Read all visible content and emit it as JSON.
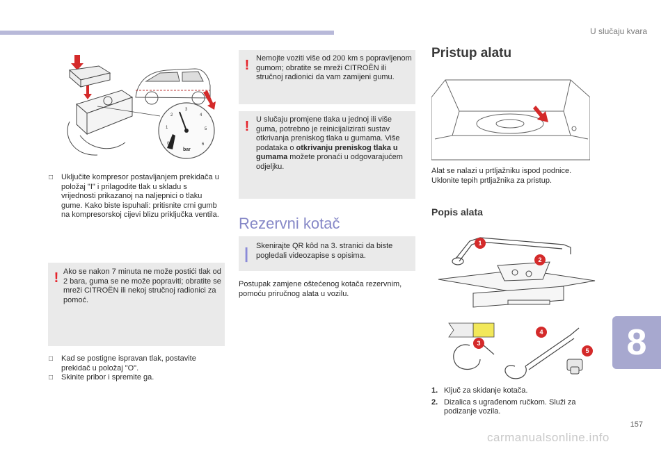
{
  "header": {
    "section_title": "U slučaju kvara"
  },
  "chapter_number": "8",
  "page_number": "157",
  "watermark": "carmanualsonline.info",
  "col1": {
    "bullet_marker": "",
    "step_connect": "Uključite kompresor postavljanjem prekidača u položaj \"I\" i prilagodite tlak u skladu s vrijednosti prikazanoj na naljepnici o tlaku gume. Kako biste ispuhali: pritisnite crni gumb na kompresorskoj cijevi blizu priključka ventila.",
    "warning_7min": "Ako se nakon 7 minuta ne može postići tlak od 2 bara, guma se ne može popraviti; obratite se mreži CITROËN ili nekoj stručnoj radionici za pomoć.",
    "step_off": "Kad se postigne ispravan tlak, postavite prekidač u položaj \"O\".",
    "step_remove": "Skinite pribor i spremite ga.",
    "gauge_unit": "bar",
    "gauge_ticks": [
      "0",
      "1",
      "2",
      "3",
      "4",
      "5",
      "6"
    ]
  },
  "col2": {
    "warning_200km": "Nemojte voziti više od 200 km s popravljenom gumom; obratite se mreži CITROËN ili stručnoj radionici da vam zamijeni gumu.",
    "warning_pressure_a": "U slučaju promjene tlaka u jednoj ili više guma, potrebno je reinicijalizirati sustav otkrivanja preniskog tlaka u gumama. Više podataka o ",
    "warning_pressure_bold": "otkrivanju preniskog tlaka u gumama",
    "warning_pressure_b": " možete pronaći u odgovarajućem odjeljku.",
    "heading_spare": "Rezervni kotač",
    "info_qr": "Skenirajte QR kôd na 3. stranici da biste pogledali videozapise s opisima.",
    "procedure": "Postupak zamjene oštećenog kotača rezervnim, pomoću priručnog alata u vozilu."
  },
  "col3": {
    "heading_access": "Pristup alatu",
    "access_text": "Alat se nalazi u prtljažniku ispod podnice. Uklonite tepih prtljažnika za pristup.",
    "heading_tools": "Popis alata",
    "tool_labels": [
      "1",
      "2",
      "3",
      "4",
      "5"
    ],
    "tools": [
      {
        "n": "1.",
        "text": "Ključ za skidanje kotača."
      },
      {
        "n": "2.",
        "text": "Dizalica s ugrađenom ručkom. Služi za podizanje vozila."
      }
    ]
  }
}
